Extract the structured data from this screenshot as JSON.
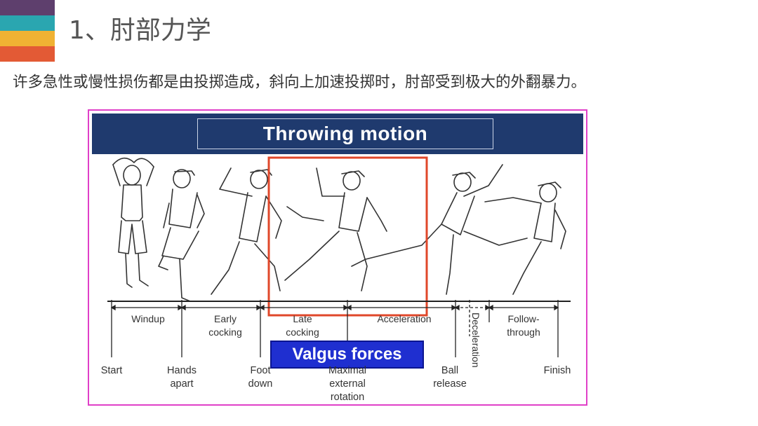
{
  "slide": {
    "title": "1、肘部力学",
    "subtitle": "许多急性或慢性损伤都是由投掷造成，斜向上加速投掷时，肘部受到极大的外翻暴力。",
    "stripe_colors": [
      "#5e3f6d",
      "#2aa6b0",
      "#f0b233",
      "#e35a35"
    ]
  },
  "figure": {
    "title": "Throwing motion",
    "highlight_color": "#e0472a",
    "valgus_label": "Valgus forces",
    "phases": [
      {
        "label": "Windup"
      },
      {
        "label": "Early\ncocking"
      },
      {
        "label": "Late\ncocking"
      },
      {
        "label": "Acceleration"
      },
      {
        "label": "Deceleration"
      },
      {
        "label": "Follow-\nthrough"
      }
    ],
    "events": [
      {
        "label": "Start"
      },
      {
        "label": "Hands\napart"
      },
      {
        "label": "Foot\ndown"
      },
      {
        "label": "Maximal\nexternal\nrotation"
      },
      {
        "label": "Ball\nrelease"
      },
      {
        "label": "Finish"
      }
    ]
  }
}
